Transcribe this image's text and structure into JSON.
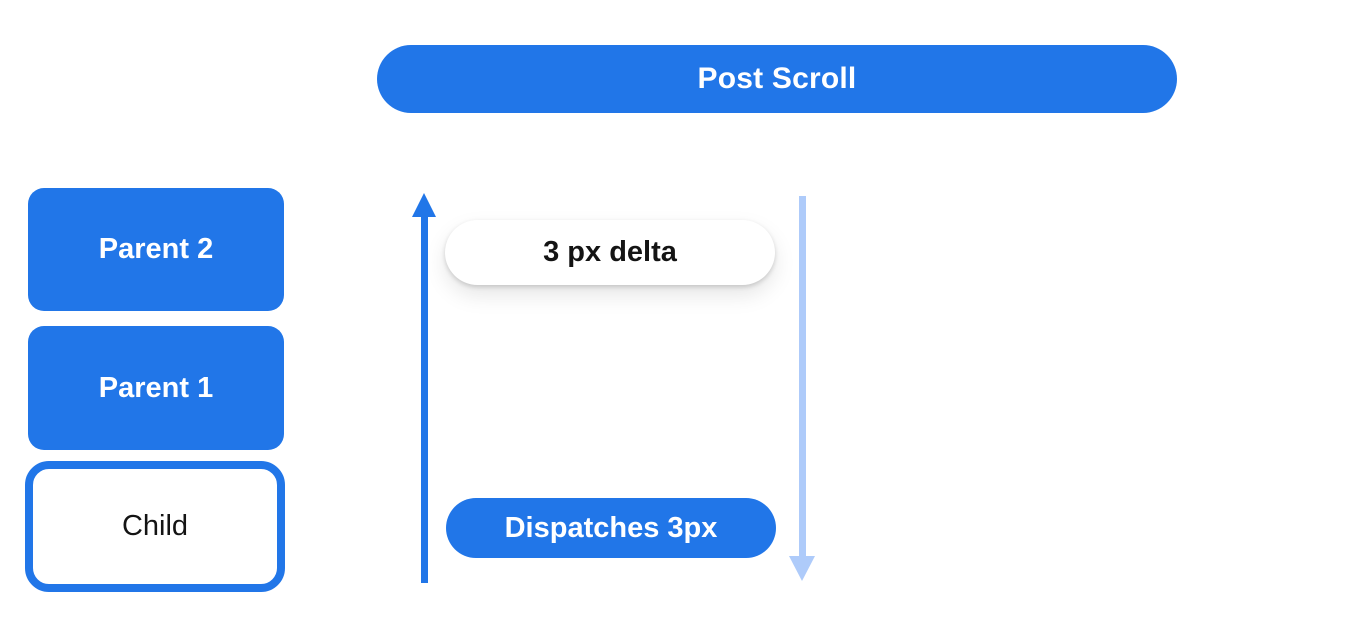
{
  "diagram": {
    "title_pill": {
      "label": "Post Scroll"
    },
    "node_stack": {
      "boxes": [
        {
          "id": "parent-2",
          "label": "Parent 2",
          "style": "filled"
        },
        {
          "id": "parent-1",
          "label": "Parent 1",
          "style": "filled"
        },
        {
          "id": "child",
          "label": "Child",
          "style": "outlined"
        }
      ]
    },
    "annotations": {
      "delta_pill": {
        "label": "3 px delta"
      },
      "dispatch_pill": {
        "label": "Dispatches 3px"
      }
    },
    "arrows": [
      {
        "id": "up-arrow",
        "direction": "up",
        "color_role": "blue"
      },
      {
        "id": "down-arrow",
        "direction": "down",
        "color_role": "light_blue"
      }
    ]
  },
  "colors": {
    "blue": "#2176e8",
    "light_blue": "#aecbfa",
    "text_black": "#141414",
    "background": "#ffffff"
  }
}
